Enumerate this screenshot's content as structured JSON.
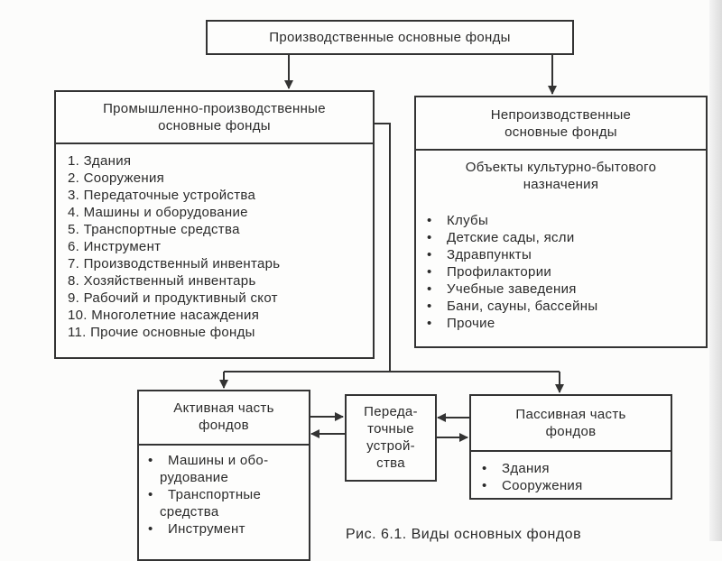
{
  "top_box": {
    "title": "Производственные основные фонды"
  },
  "industrial": {
    "title_line1": "Промышленно-производственные",
    "title_line2": "основные фонды",
    "items": [
      "1. Здания",
      "2. Сооружения",
      "3. Передаточные устройства",
      "4. Машины и оборудование",
      "5. Транспортные средства",
      "6. Инструмент",
      "7. Производственный инвентарь",
      "8. Хозяйственный инвентарь",
      "9. Рабочий и продуктивный скот",
      "10. Многолетние насаждения",
      "11. Прочие основные фонды"
    ]
  },
  "nonproduction": {
    "title_line1": "Непроизводственные",
    "title_line2": "основные фонды",
    "subtitle_line1": "Объекты культурно-бытового",
    "subtitle_line2": "назначения",
    "items": [
      "Клубы",
      "Детские сады, ясли",
      "Здравпункты",
      "Профилактории",
      "Учебные заведения",
      "Бани, сауны, бассейны",
      "Прочие"
    ]
  },
  "active": {
    "title_line1": "Активная часть",
    "title_line2": "фондов",
    "items": [
      [
        "Машины и обо-",
        "рудование"
      ],
      [
        "Транспортные",
        "средства"
      ],
      [
        "Инструмент"
      ]
    ]
  },
  "transmission": {
    "lines": [
      "Переда-",
      "точные",
      "устрой-",
      "ства"
    ]
  },
  "passive": {
    "title_line1": "Пассивная часть",
    "title_line2": "фондов",
    "items": [
      "Здания",
      "Сооружения"
    ]
  },
  "bullet": "•",
  "caption": "Рис. 6.1. Виды основных фондов"
}
